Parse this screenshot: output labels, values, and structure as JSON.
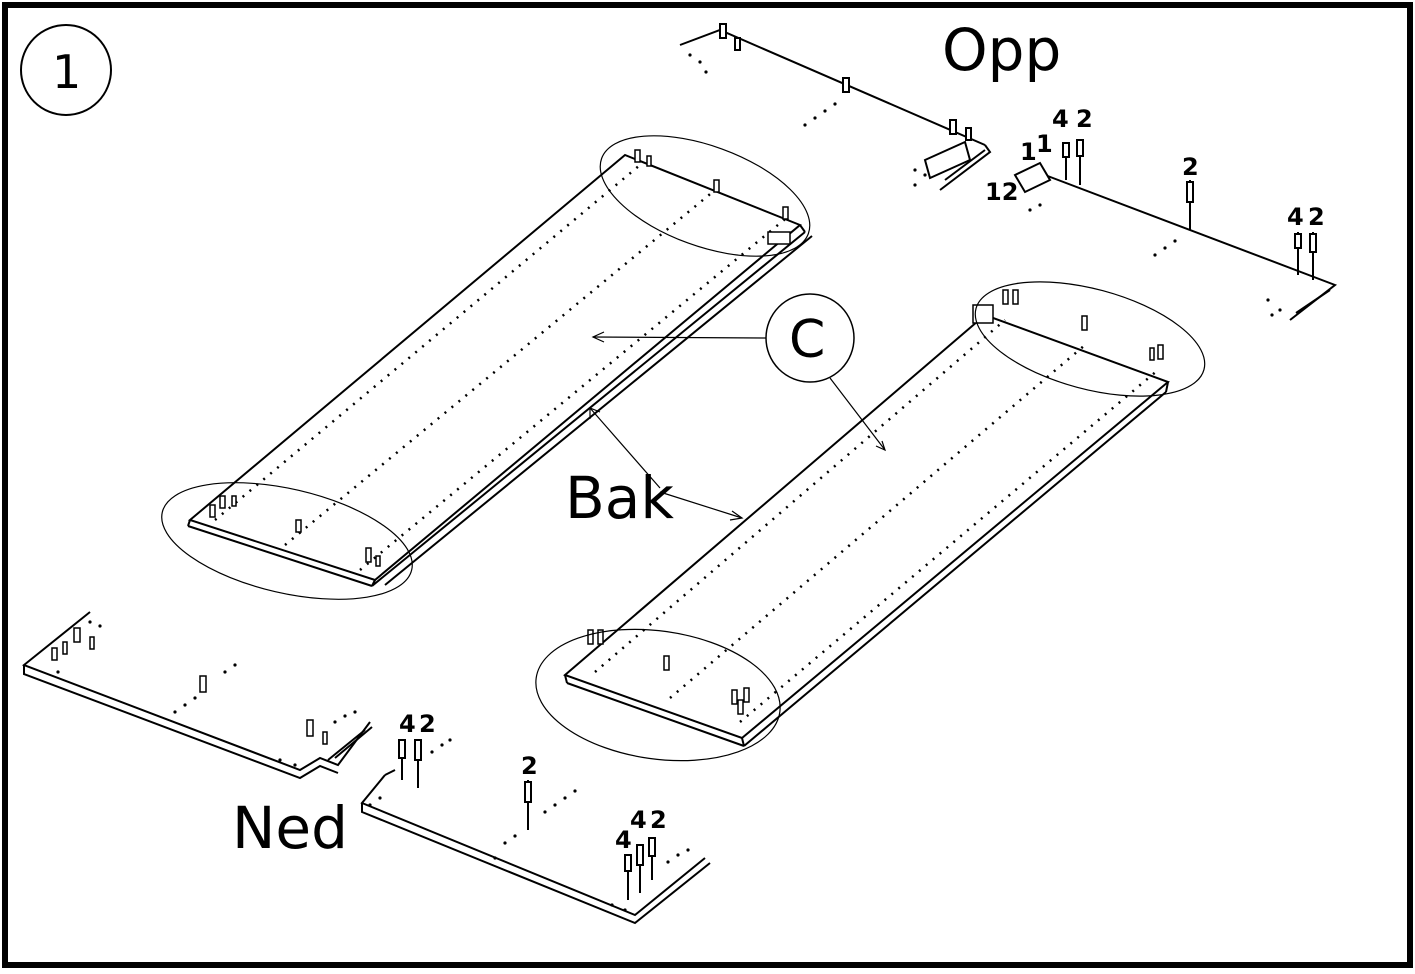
{
  "step_number": "1",
  "labels": {
    "top": "Opp",
    "bottom": "Ned",
    "back": "Bak",
    "panel_callout": "C"
  },
  "quantities": {
    "top_a": "4",
    "top_b": "2",
    "top_c": "1",
    "top_d": "1",
    "top_e": "12",
    "top_f": "2",
    "top_g": "4",
    "top_h": "2",
    "bottom_a": "4",
    "bottom_b": "2",
    "bottom_c": "2",
    "bottom_d": "4",
    "bottom_e": "2",
    "bottom_f": "4"
  },
  "colors": {
    "line": "#000000",
    "background": "#ffffff"
  }
}
